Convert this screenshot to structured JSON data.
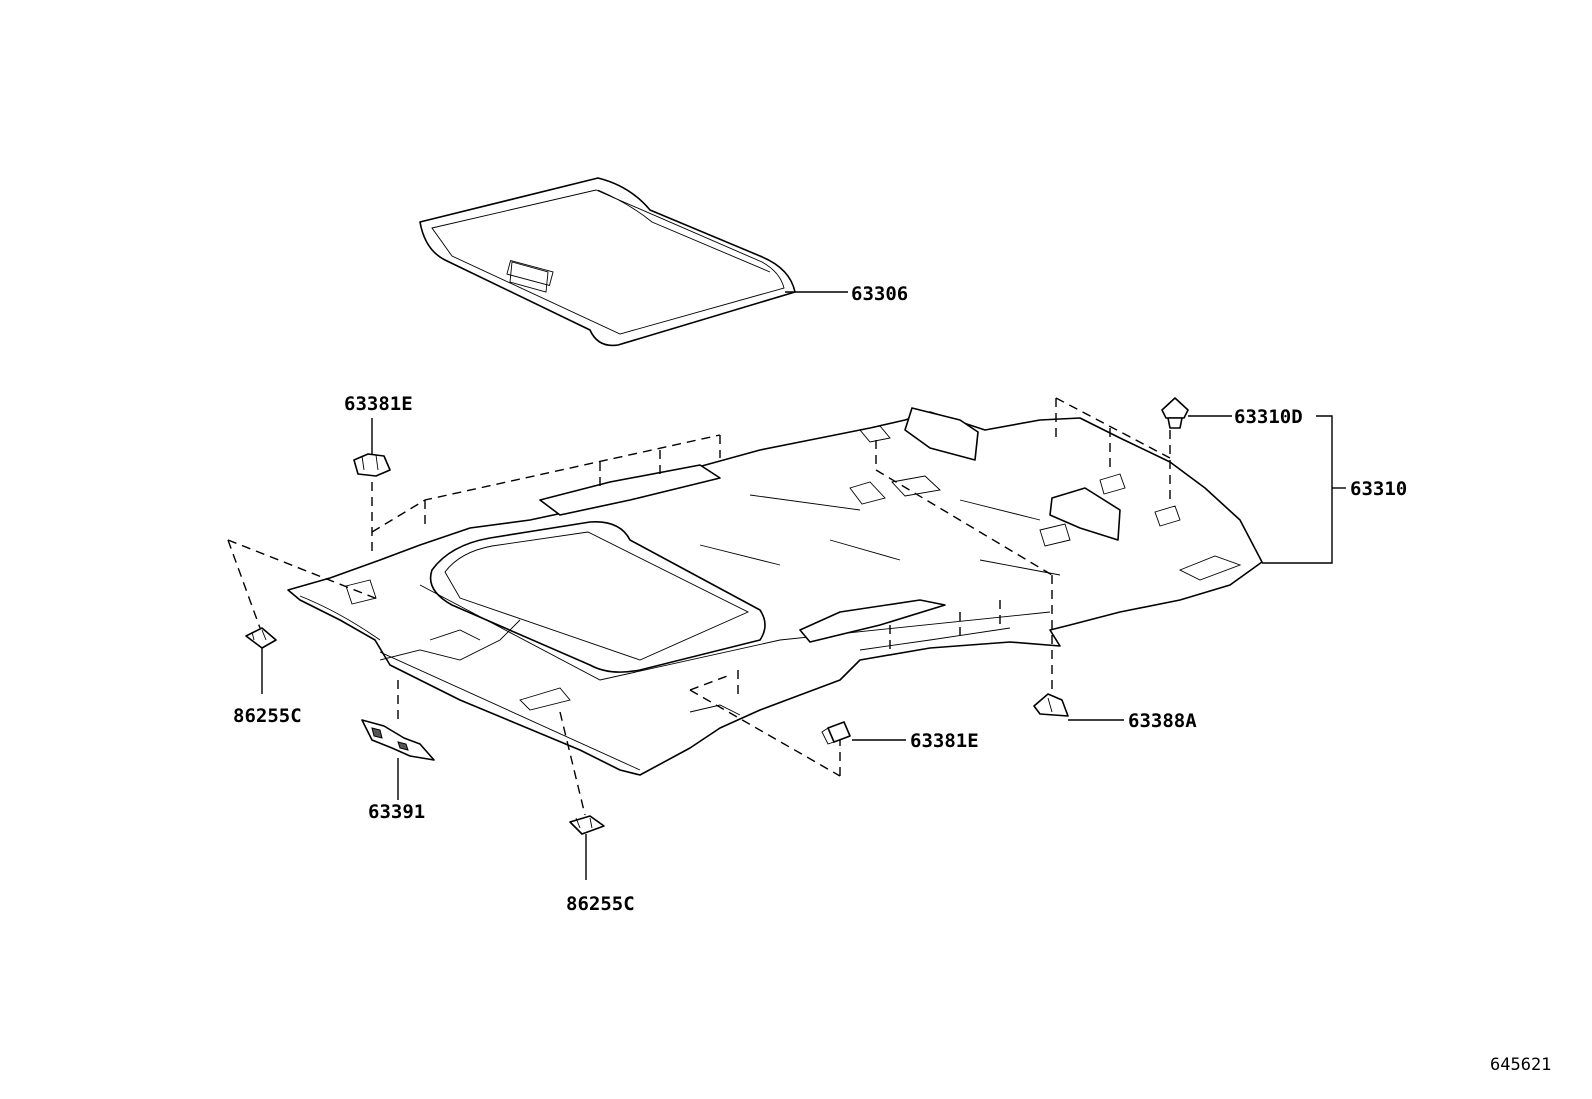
{
  "diagram": {
    "reference_number": "645621",
    "callouts": {
      "sunshade": "63306",
      "clip_upper": "63381E",
      "clip_lower": "63381E",
      "headliner_clip": "63310D",
      "headliner": "63310",
      "bracket_left": "86255C",
      "bracket_center": "86255C",
      "holder": "63391",
      "cover": "63388A"
    }
  }
}
